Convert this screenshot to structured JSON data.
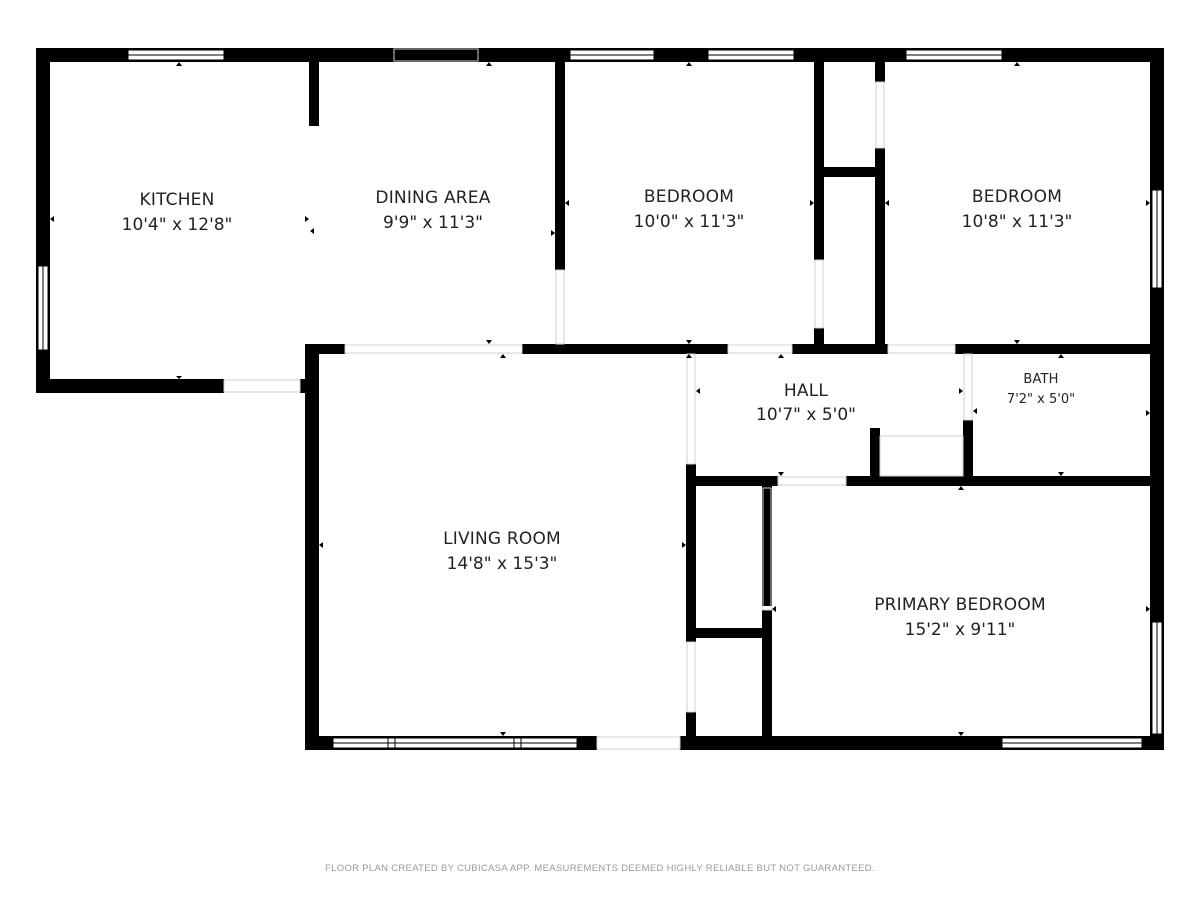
{
  "rooms": {
    "kitchen": {
      "name": "KITCHEN",
      "dims": "10'4\" x 12'8\""
    },
    "dining": {
      "name": "DINING AREA",
      "dims": "9'9\" x 11'3\""
    },
    "bedroom1": {
      "name": "BEDROOM",
      "dims": "10'0\" x 11'3\""
    },
    "bedroom2": {
      "name": "BEDROOM",
      "dims": "10'8\" x 11'3\""
    },
    "hall": {
      "name": "HALL",
      "dims": "10'7\" x 5'0\""
    },
    "bath": {
      "name": "BATH",
      "dims": "7'2\" x 5'0\""
    },
    "living": {
      "name": "LIVING ROOM",
      "dims": "14'8\" x 15'3\""
    },
    "primary": {
      "name": "PRIMARY BEDROOM",
      "dims": "15'2\" x 9'11\""
    }
  },
  "footer": "FLOOR PLAN CREATED BY CUBICASA APP. MEASUREMENTS DEEMED HIGHLY RELIABLE BUT NOT GUARANTEED.",
  "colors": {
    "wall": "#000000",
    "window": "#ffffff",
    "text": "#222222",
    "footer": "#9a9a9a"
  }
}
